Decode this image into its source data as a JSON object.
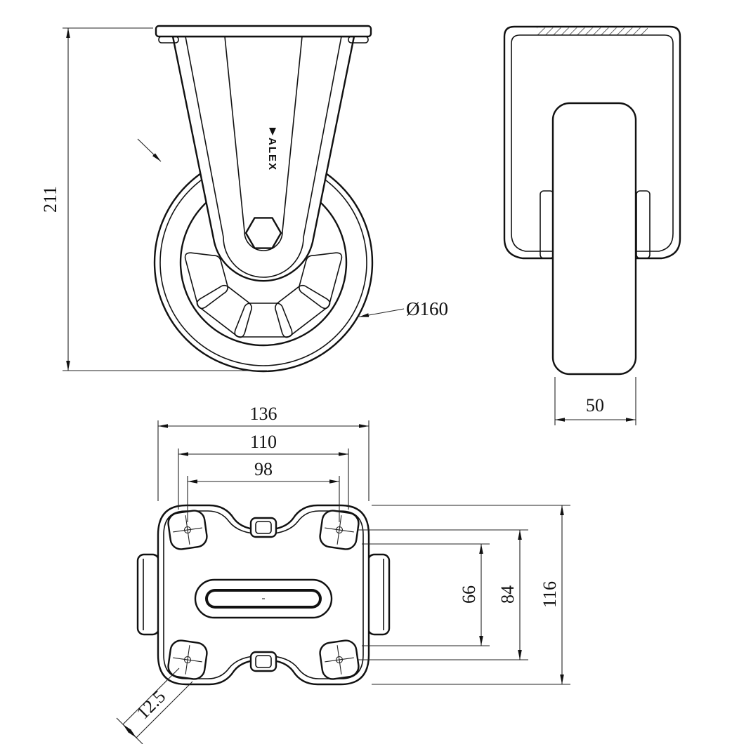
{
  "front_view": {
    "overall_height": "211",
    "wheel_diameter": "Ø160",
    "brand_label": "ALEX"
  },
  "side_view": {
    "wheel_width": "50"
  },
  "top_view": {
    "plate_width": "136",
    "outer_bolt_span": "110",
    "inner_bolt_span": "98",
    "inner_hole_span": "66",
    "outer_hole_span": "84",
    "plate_length": "116",
    "corner_hole_offset": "12.5"
  }
}
